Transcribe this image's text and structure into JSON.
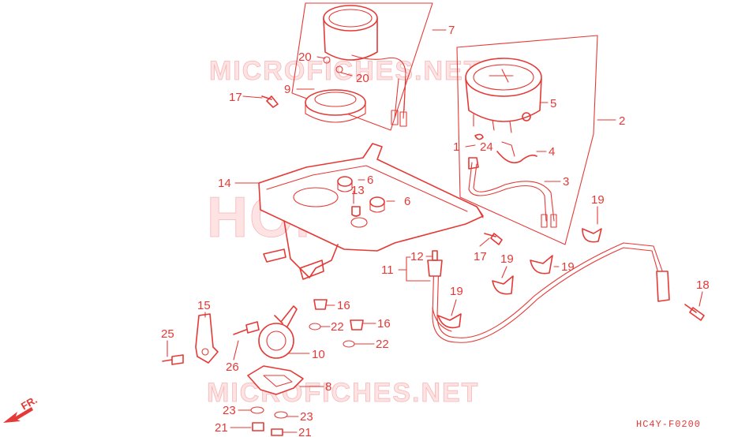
{
  "watermarks": {
    "top": "MICROFICHES.NET",
    "center": "HONDA",
    "bottom": "MICROFICHES.NET"
  },
  "diagram_code": "HC4Y-F0200",
  "front_indicator": "FR.",
  "callouts": [
    {
      "id": "c1",
      "label": "1"
    },
    {
      "id": "c2",
      "label": "2"
    },
    {
      "id": "c3",
      "label": "3"
    },
    {
      "id": "c4",
      "label": "4"
    },
    {
      "id": "c5",
      "label": "5"
    },
    {
      "id": "c6a",
      "label": "6"
    },
    {
      "id": "c6b",
      "label": "6"
    },
    {
      "id": "c7",
      "label": "7"
    },
    {
      "id": "c8",
      "label": "8"
    },
    {
      "id": "c9",
      "label": "9"
    },
    {
      "id": "c10",
      "label": "10"
    },
    {
      "id": "c11",
      "label": "11"
    },
    {
      "id": "c12",
      "label": "12"
    },
    {
      "id": "c13",
      "label": "13"
    },
    {
      "id": "c14",
      "label": "14"
    },
    {
      "id": "c15",
      "label": "15"
    },
    {
      "id": "c16a",
      "label": "16"
    },
    {
      "id": "c16b",
      "label": "16"
    },
    {
      "id": "c17a",
      "label": "17"
    },
    {
      "id": "c17b",
      "label": "17"
    },
    {
      "id": "c18",
      "label": "18"
    },
    {
      "id": "c19a",
      "label": "19"
    },
    {
      "id": "c19b",
      "label": "19"
    },
    {
      "id": "c19c",
      "label": "19"
    },
    {
      "id": "c19d",
      "label": "19"
    },
    {
      "id": "c20a",
      "label": "20"
    },
    {
      "id": "c20b",
      "label": "20"
    },
    {
      "id": "c21a",
      "label": "21"
    },
    {
      "id": "c21b",
      "label": "21"
    },
    {
      "id": "c22a",
      "label": "22"
    },
    {
      "id": "c22b",
      "label": "22"
    },
    {
      "id": "c23a",
      "label": "23"
    },
    {
      "id": "c23b",
      "label": "23"
    },
    {
      "id": "c24",
      "label": "24"
    },
    {
      "id": "c25",
      "label": "25"
    },
    {
      "id": "c26",
      "label": "26"
    }
  ],
  "colors": {
    "ink": "#e53935",
    "watermark": "#f4a9a9"
  }
}
